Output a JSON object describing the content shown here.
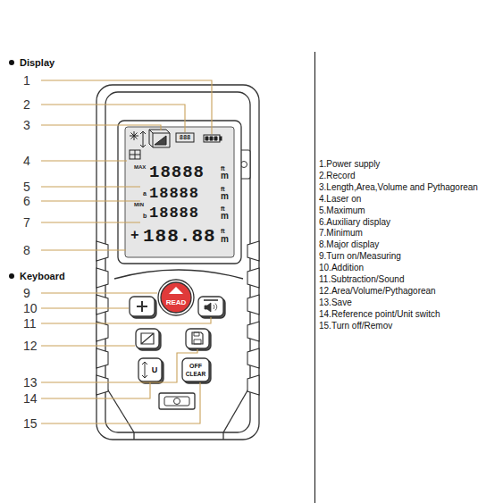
{
  "diagram": {
    "labels": [
      "Display",
      "1",
      "2",
      "3",
      "4",
      "5",
      "6",
      "7",
      "8",
      "Keyboard",
      "9",
      "10",
      "11",
      "12",
      "13",
      "14",
      "15",
      "1.Power supply",
      "2.Record",
      "3.Length,Area,Volume and Pythagorean",
      "4.Laser on",
      "5.Maximum",
      "6.Auxiliary display",
      "7.Minimum",
      "8.Major display",
      "9.Turn on/Measuring",
      "10.Addition",
      "11.Subtraction/Sound",
      "12.Area/Volume/Pythagorean",
      "13.Save",
      "14.Reference point/Unit switch",
      "15.Turn off/Remov",
      "888",
      "MAX",
      "18888",
      "ft",
      "m",
      "a",
      "18888",
      "ft",
      "m",
      "MIN",
      "b",
      "18888",
      "ft",
      "m",
      "+",
      "188.88",
      "ft",
      "m",
      "READ",
      "OFF",
      "CLEAR",
      "U"
    ]
  }
}
